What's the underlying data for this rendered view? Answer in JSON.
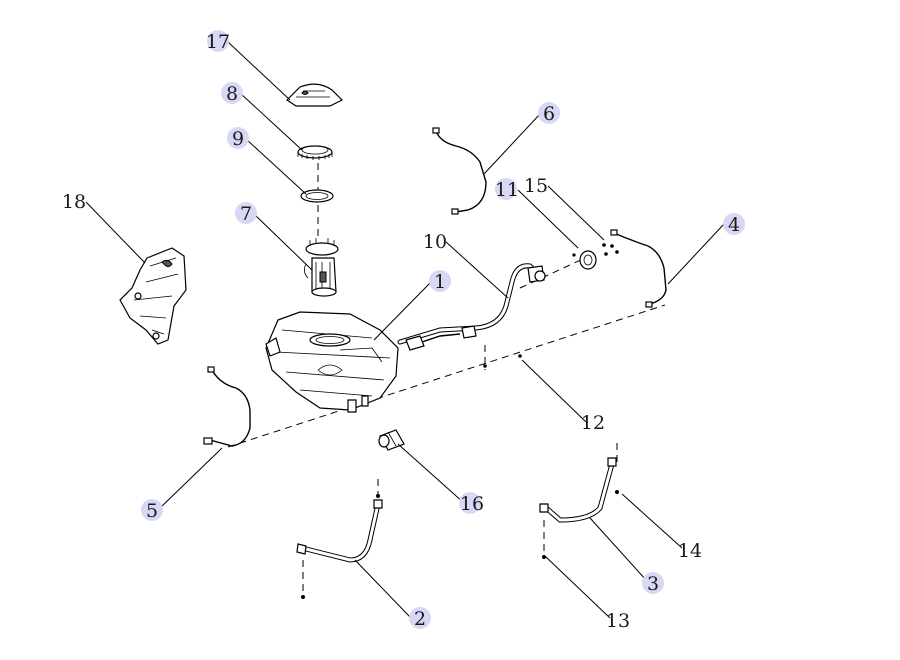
{
  "callouts": [
    {
      "id": "c1",
      "label": "1"
    },
    {
      "id": "c2",
      "label": "2"
    },
    {
      "id": "c3",
      "label": "3"
    },
    {
      "id": "c4",
      "label": "4"
    },
    {
      "id": "c5",
      "label": "5"
    },
    {
      "id": "c6",
      "label": "6"
    },
    {
      "id": "c7",
      "label": "7"
    },
    {
      "id": "c8",
      "label": "8"
    },
    {
      "id": "c9",
      "label": "9"
    },
    {
      "id": "c10",
      "label": "10"
    },
    {
      "id": "c11",
      "label": "11"
    },
    {
      "id": "c12",
      "label": "12"
    },
    {
      "id": "c13",
      "label": "13"
    },
    {
      "id": "c14",
      "label": "14"
    },
    {
      "id": "c15",
      "label": "15"
    },
    {
      "id": "c16",
      "label": "16"
    },
    {
      "id": "c17",
      "label": "17"
    },
    {
      "id": "c18",
      "label": "18"
    }
  ],
  "colors": {
    "callout_highlight": "#d7d7f6",
    "line": "#000000",
    "background": "#ffffff"
  }
}
